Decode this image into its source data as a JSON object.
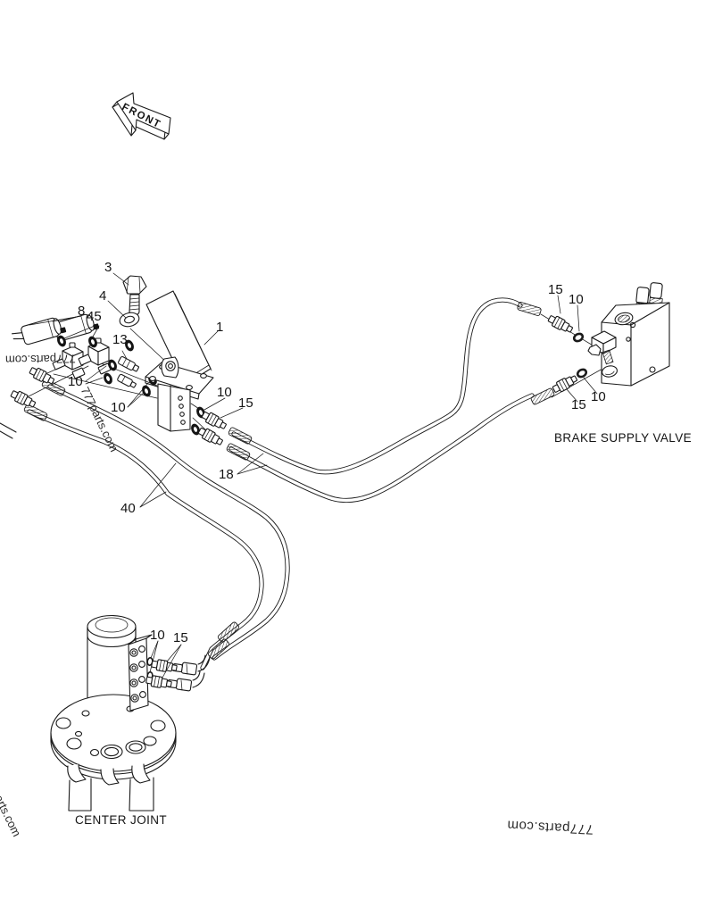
{
  "page": {
    "background": "#ffffff",
    "line_color": "#1a1a1a"
  },
  "front_arrow": {
    "label": "FRONT"
  },
  "labels": {
    "brake_supply_valve": "BRAKE SUPPLY VALVE",
    "center_joint": "CENTER JOINT"
  },
  "watermark": {
    "text": "777parts.com"
  },
  "callouts": [
    "3",
    "4",
    "45",
    "8",
    "13",
    "1",
    "10",
    "10",
    "10",
    "15",
    "18",
    "40",
    "15",
    "10",
    "10",
    "15",
    "10",
    "15"
  ]
}
